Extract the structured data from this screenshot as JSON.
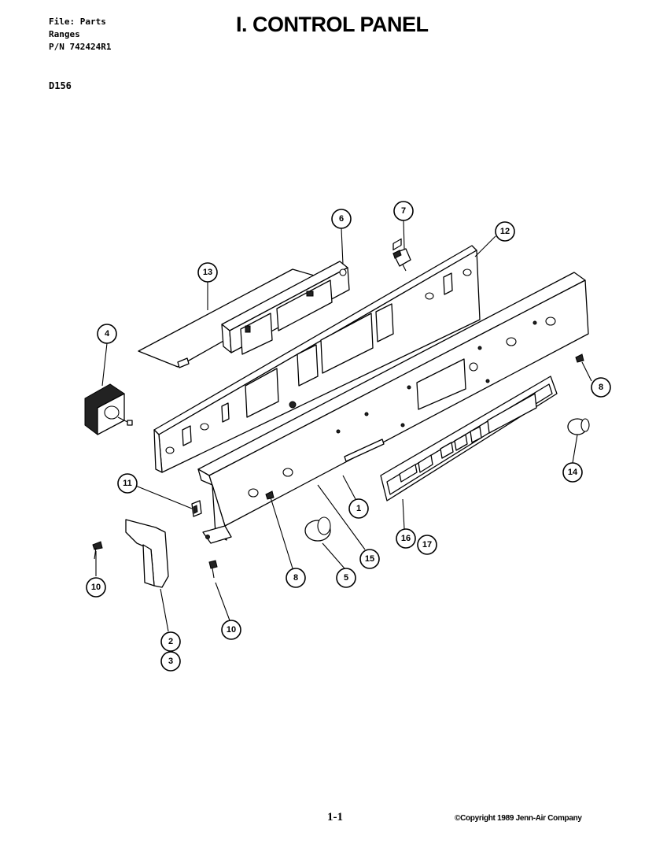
{
  "header": {
    "file_line": "File: Parts",
    "category_line": "Ranges",
    "part_number_line": "P/N 742424R1"
  },
  "model_code": "D156",
  "title": "I. CONTROL PANEL",
  "footer": {
    "page_number": "1-1",
    "copyright": "©Copyright 1989 Jenn-Air Company"
  },
  "callouts": {
    "c1": "1",
    "c2": "2",
    "c3": "3",
    "c4": "4",
    "c5": "5",
    "c6": "6",
    "c7": "7",
    "c8a": "8",
    "c8b": "8",
    "c10a": "10",
    "c10b": "10",
    "c11": "11",
    "c12": "12",
    "c13": "13",
    "c14": "14",
    "c15": "15",
    "c16": "16",
    "c17": "17"
  }
}
